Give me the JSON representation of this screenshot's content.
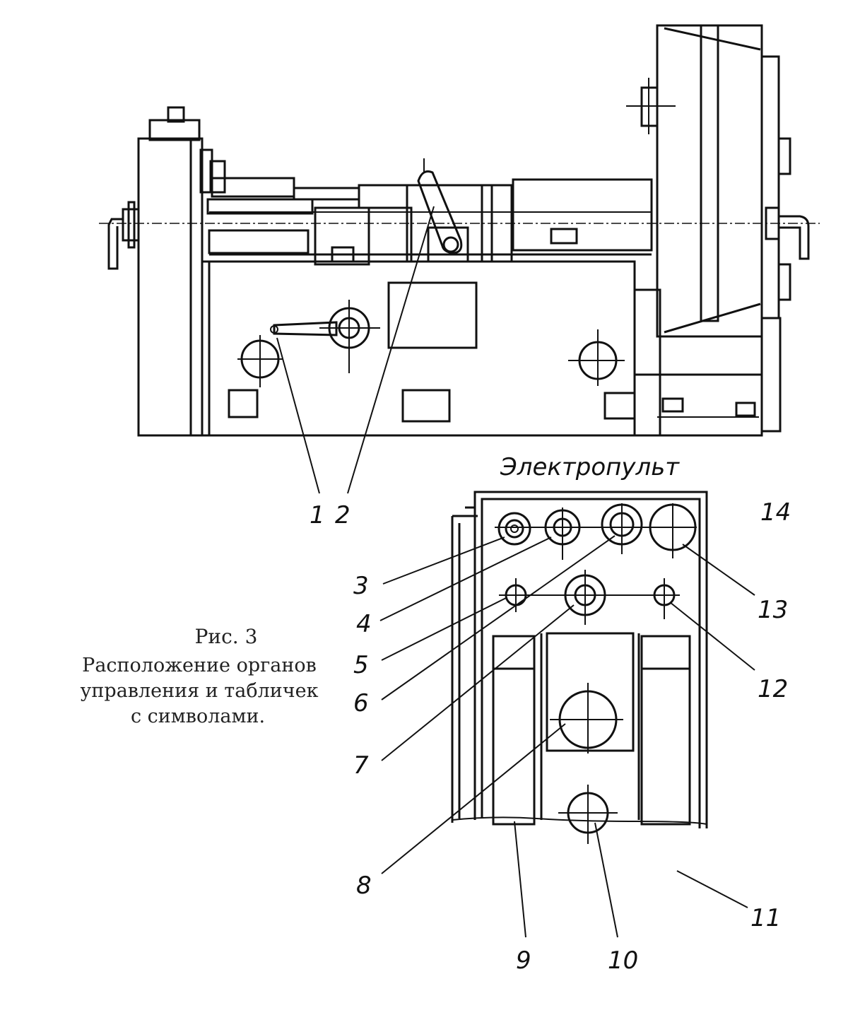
{
  "panel_title": "Электропульт",
  "caption": {
    "figure": "Рис. 3",
    "line1": "Расположение органов",
    "line2": "управления и табличек",
    "line3": "с символами."
  },
  "labels": {
    "l1": "1",
    "l2": "2",
    "l3": "3",
    "l4": "4",
    "l5": "5",
    "l6": "6",
    "l7": "7",
    "l8": "8",
    "l9": "9",
    "l10": "10",
    "l11": "11",
    "l12": "12",
    "l13": "13",
    "l14": "14"
  }
}
